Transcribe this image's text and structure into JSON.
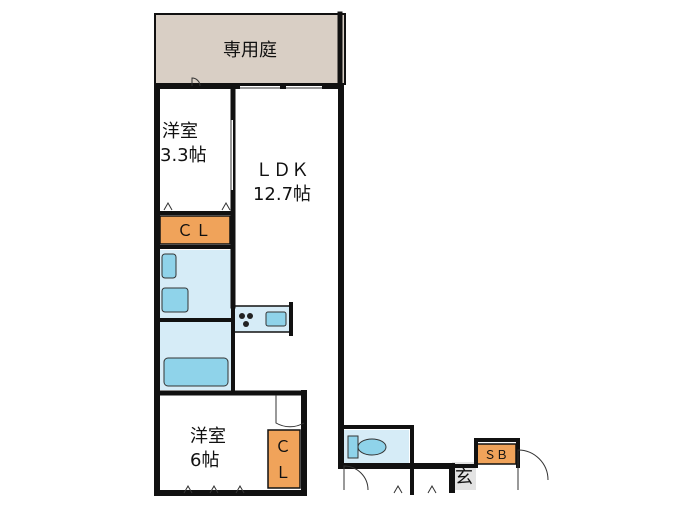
{
  "rooms": {
    "garden": {
      "label": "専用庭"
    },
    "western_room_top": {
      "label": "洋室",
      "size": "3.3帖"
    },
    "ldk": {
      "label": "ＬＤＫ",
      "size": "12.7帖"
    },
    "closet_top": {
      "label": "ＣＬ"
    },
    "western_room_bottom": {
      "label": "洋室",
      "size": "6帖"
    },
    "closet_bottom": {
      "label": "ＣＬ"
    },
    "shoe_box": {
      "label": "ＳＢ"
    },
    "entrance": {
      "label": "玄"
    }
  },
  "colors": {
    "wall": "#111111",
    "garden_fill": "#d9cfc5",
    "closet_fill": "#f0a35a",
    "wet_area_fill": "#d6ecf7",
    "fixture_fill": "#8fd3ea",
    "entrance_fill": "#e3e3e3",
    "room_fill": "#ffffff"
  }
}
